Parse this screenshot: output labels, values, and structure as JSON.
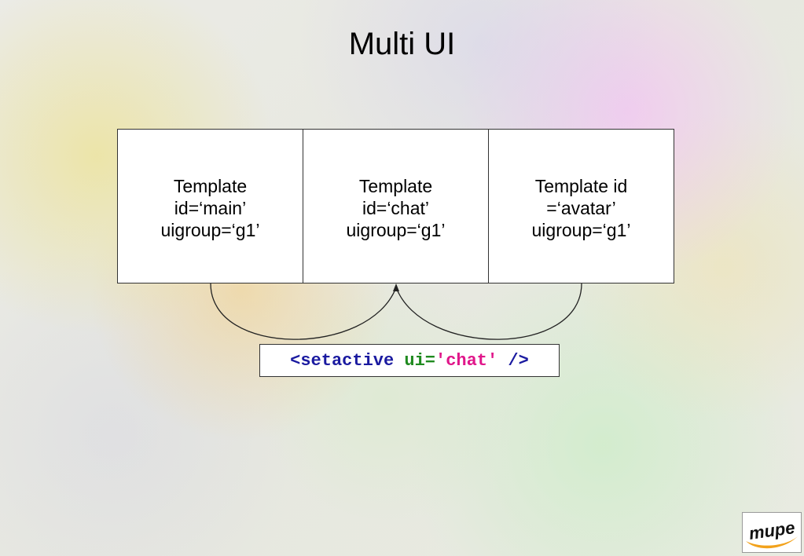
{
  "slide": {
    "title": "Multi UI"
  },
  "templates": [
    {
      "lines": [
        "Template",
        "id=‘main’",
        "uigroup=‘g1’"
      ]
    },
    {
      "lines": [
        "Template",
        "id=‘chat’",
        "uigroup=‘g1’"
      ]
    },
    {
      "lines": [
        "Template id",
        "=‘avatar’",
        "uigroup=‘g1’"
      ]
    }
  ],
  "code": {
    "tag_open": "<setactive",
    "attr_name": "ui=",
    "attr_value": "'chat'",
    "tag_close": "/>"
  },
  "logo": {
    "text": "mupe",
    "colors": {
      "swoosh": "#f2a21c",
      "text": "#111111"
    }
  }
}
